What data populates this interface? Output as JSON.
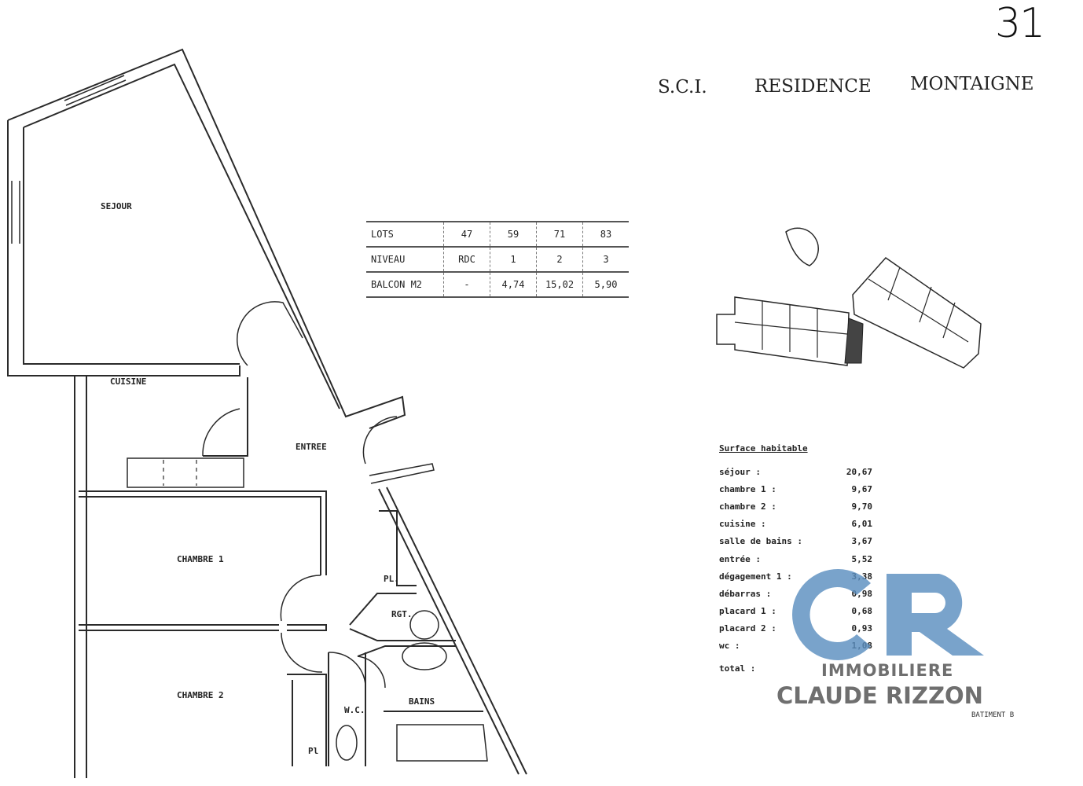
{
  "page_number": "31",
  "header": {
    "sci": "S.C.I.",
    "residence": "RESIDENCE",
    "name": "MONTAIGNE"
  },
  "rooms": {
    "sejour": "SEJOUR",
    "cuisine": "CUISINE",
    "entree": "ENTREE",
    "chambre1": "CHAMBRE 1",
    "chambre2": "CHAMBRE 2",
    "pl": "PL.",
    "rgt": "RGT.",
    "bains": "BAINS",
    "wc": "W.C.",
    "pl2": "Pl"
  },
  "lots_table": {
    "rows": [
      {
        "label": "LOTS",
        "values": [
          "47",
          "59",
          "71",
          "83"
        ]
      },
      {
        "label": "NIVEAU",
        "values": [
          "RDC",
          "1",
          "2",
          "3"
        ]
      },
      {
        "label": "BALCON M2",
        "values": [
          "-",
          "4,74",
          "15,02",
          "5,90"
        ]
      }
    ]
  },
  "surface": {
    "title": "Surface habitable",
    "rows": [
      {
        "label": "séjour :",
        "value": "20,67"
      },
      {
        "label": "chambre 1 :",
        "value": "9,67"
      },
      {
        "label": "chambre 2 :",
        "value": "9,70"
      },
      {
        "label": "cuisine :",
        "value": "6,01"
      },
      {
        "label": "salle de bains :",
        "value": "3,67"
      },
      {
        "label": "entrée :",
        "value": "5,52"
      },
      {
        "label": "dégagement 1 :",
        "value": "3,38"
      },
      {
        "label": "débarras :",
        "value": "0,98"
      },
      {
        "label": "placard 1 :",
        "value": "0,68"
      },
      {
        "label": "placard 2 :",
        "value": "0,93"
      },
      {
        "label": "wc :",
        "value": "1,08"
      },
      {
        "label": "total :",
        "value": ""
      }
    ]
  },
  "batiment": "BATIMENT B",
  "logo": {
    "monogram": "CR",
    "line1": "IMMOBILIERE",
    "line2": "CLAUDE RIZZON",
    "color": "#5b8fc0"
  }
}
